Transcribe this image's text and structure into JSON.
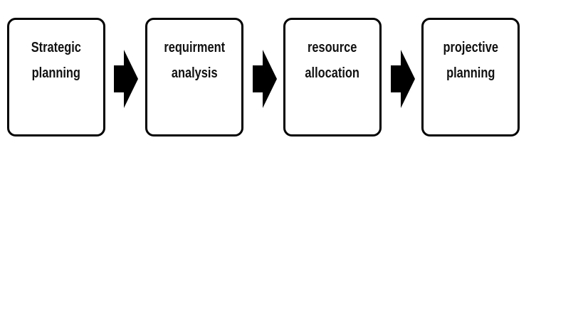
{
  "diagram": {
    "steps": [
      {
        "line1": "Strategic",
        "line2": "planning"
      },
      {
        "line1": "requirment",
        "line2": "analysis"
      },
      {
        "line1": "resource",
        "line2": "allocation"
      },
      {
        "line1": "projective",
        "line2": "planning"
      }
    ],
    "colors": {
      "box_border": "#000000",
      "arrow_fill": "#000000",
      "text": "#111111",
      "background": "#ffffff"
    }
  }
}
